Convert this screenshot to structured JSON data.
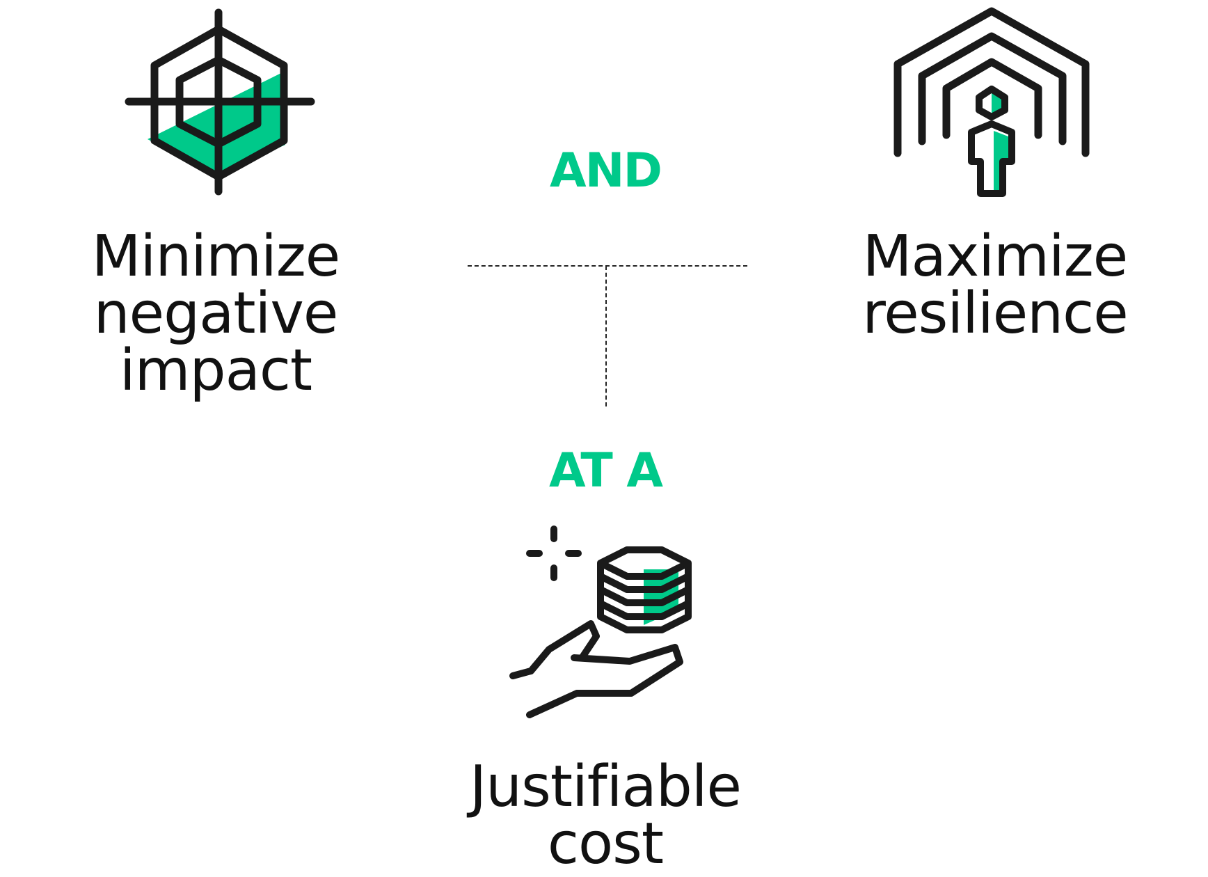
{
  "colors": {
    "accent": "#00c98a",
    "stroke": "#1a1a1a"
  },
  "left": {
    "icon": "target-hexagon-icon",
    "line1": "Minimize",
    "line2": "negative impact"
  },
  "right": {
    "icon": "shelter-person-icon",
    "line1": "Maximize",
    "line2": "resilience"
  },
  "bottom": {
    "icon": "hand-coins-icon",
    "line1": "Justifiable",
    "line2": "cost"
  },
  "connectors": {
    "and": "AND",
    "at_a": "AT A"
  }
}
